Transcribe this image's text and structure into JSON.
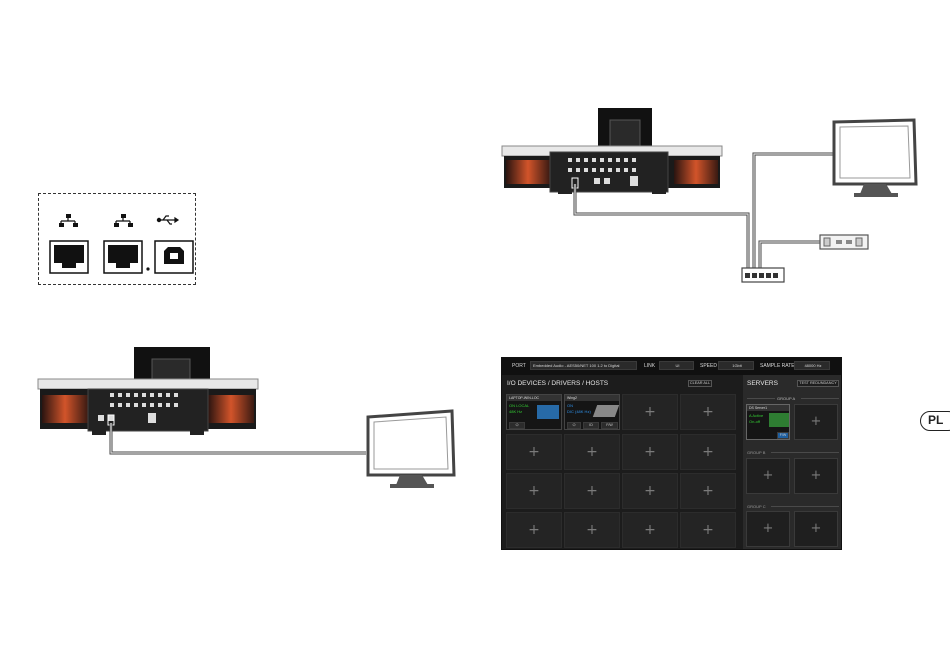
{
  "language_tab": "PL",
  "ui_panel": {
    "topbar": {
      "port_label": "PORT",
      "port_value": "Embedded Audio - AES50/NET 100 1.2 to Digital",
      "link_label": "LINK",
      "link_value": "UI",
      "speed_label": "SPEED",
      "speed_value": "1Gbit",
      "sample_rate_label": "SAMPLE RATE",
      "sample_rate_value": "48000 Hz"
    },
    "io_section": {
      "title": "I/O DEVICES / DRIVERS / HOSTS",
      "clear_all": "CLEAR ALL",
      "card1": {
        "name": "LAPTOP-WIN-LOC",
        "line1": "ON LOCAL",
        "line2": "48K Hz"
      },
      "card2": {
        "name": "Wing2",
        "line1": "ON",
        "line2": "DIC (48K Hz)",
        "buttons": [
          "ID",
          "F/W"
        ]
      }
    },
    "servers": {
      "title": "SERVERS",
      "test_redundancy": "TEST REDUNDANCY",
      "group_a": "GROUP A",
      "group_b": "GROUP B",
      "group_c": "GROUP C",
      "server_card": {
        "name": "DS Server1",
        "line1": "A Active",
        "line2": "On-off",
        "fw": "F/W"
      }
    }
  },
  "colors": {
    "ui_bg": "#1c1c1c",
    "status_green": "#33cc33",
    "status_blue": "#2f8fe6",
    "console_glow": "#d2542a"
  }
}
